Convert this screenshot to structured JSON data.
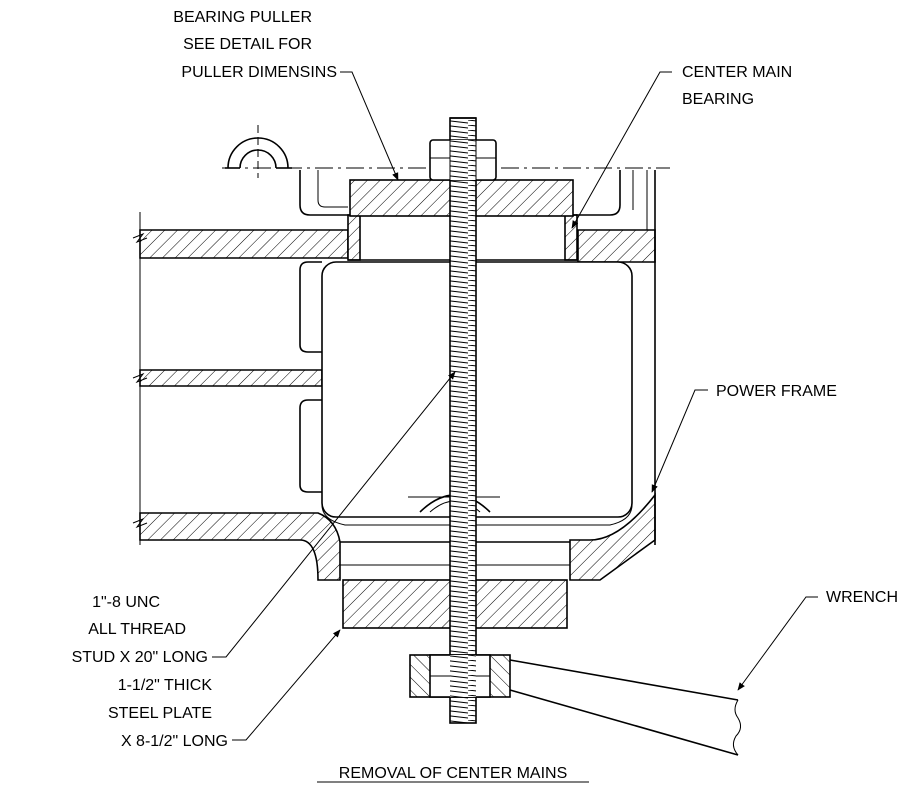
{
  "labels": {
    "bearing_puller": [
      "BEARING PULLER",
      "SEE DETAIL FOR",
      "PULLER DIMENSINS"
    ],
    "center_main_bearing": [
      "CENTER MAIN",
      "BEARING"
    ],
    "power_frame": [
      "POWER FRAME"
    ],
    "stud": [
      "1\"-8 UNC",
      "ALL THREAD",
      "STUD X 20\" LONG"
    ],
    "wrench": [
      "WRENCH"
    ],
    "steel_plate": [
      "1-1/2\" THICK",
      "STEEL PLATE",
      "X 8-1/2\" LONG"
    ]
  },
  "caption": "REMOVAL OF CENTER MAINS"
}
